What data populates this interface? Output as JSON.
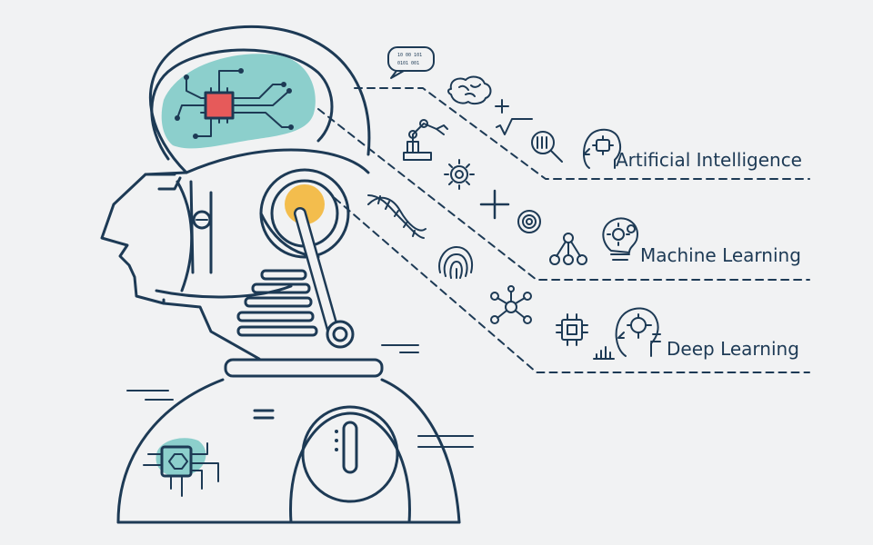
{
  "labels": {
    "ai": "Artificial Intelligence",
    "ml": "Machine Learning",
    "dl": "Deep Learning"
  },
  "speech_bubble": {
    "line1": "10 00 101",
    "line2": "0101 001"
  },
  "colors": {
    "background": "#f1f2f3",
    "stroke": "#1d3a55",
    "teal": "#8ccfcc",
    "red": "#e65a5a",
    "yellow": "#f3bd4d"
  },
  "icons": [
    "speech-bubble-binary-icon",
    "brain-icon",
    "plus-sign-icon",
    "square-root-icon",
    "magnifier-dna-icon",
    "ai-head-icon",
    "robot-arm-icon",
    "gear-icon",
    "crosshair-plus-icon",
    "dna-helix-icon",
    "target-icon",
    "network-tree-icon",
    "lightbulb-gears-icon",
    "fingerprint-icon",
    "network-nodes-icon",
    "microchip-icon",
    "bar-chart-icon",
    "dl-head-icon"
  ]
}
